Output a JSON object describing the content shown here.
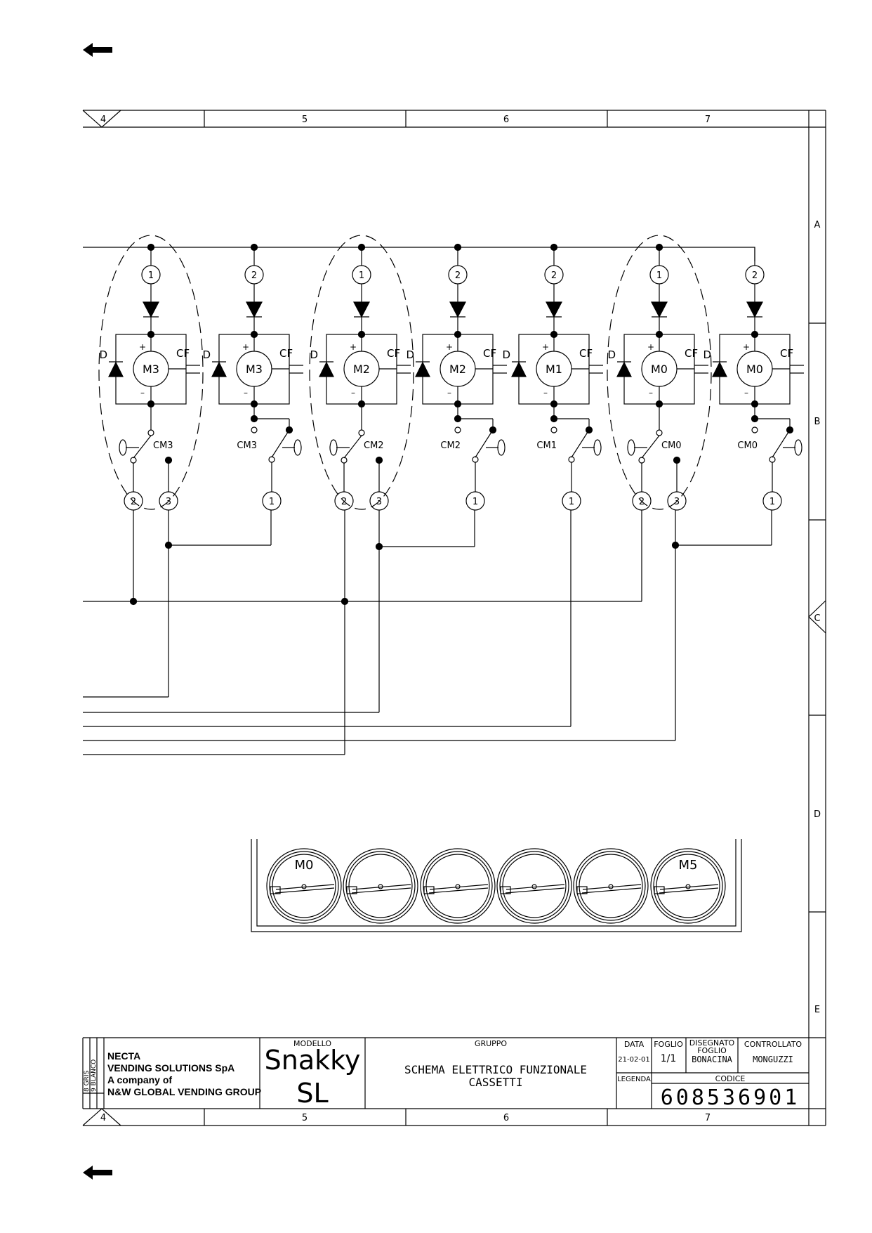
{
  "frame": {
    "columns": [
      "4",
      "5",
      "6",
      "7"
    ],
    "rows": [
      "A",
      "B",
      "C",
      "D",
      "E"
    ]
  },
  "motors": [
    {
      "motor": "M3",
      "contact": "1",
      "switch": "CM3",
      "out_a": "2",
      "out_b": "3"
    },
    {
      "motor": "M3",
      "contact": "2",
      "switch": "CM3",
      "out_a": "1"
    },
    {
      "motor": "M2",
      "contact": "1",
      "switch": "CM2",
      "out_a": "2",
      "out_b": "3"
    },
    {
      "motor": "M2",
      "contact": "2",
      "switch": "CM2",
      "out_a": "1"
    },
    {
      "motor": "M1",
      "contact": "2",
      "switch": "CM1",
      "out_a": "1"
    },
    {
      "motor": "M0",
      "contact": "1",
      "switch": "CM0",
      "out_a": "2",
      "out_b": "3"
    },
    {
      "motor": "M0",
      "contact": "2",
      "switch": "CM0",
      "out_a": "1"
    }
  ],
  "labels": {
    "diode": "D",
    "capacitor": "CF",
    "plus": "+",
    "minus": "–"
  },
  "tray": {
    "first_label": "M0",
    "last_label": "M5"
  },
  "title_block": {
    "revisions": [
      "8 GRIS",
      "9 BLANCO"
    ],
    "company_line1": "NECTA",
    "company_line2": "VENDING SOLUTIONS SpA",
    "company_line3": "A company of",
    "company_line4": "N&W GLOBAL VENDING GROUP",
    "modello_label": "MODELLO",
    "model_line1": "Snakky",
    "model_line2": "SL",
    "gruppo_label": "GRUPPO",
    "title_line1": "SCHEMA ELETTRICO FUNZIONALE",
    "title_line2": "CASSETTI",
    "data_label": "DATA",
    "data_value": "21-02-01",
    "foglio_label": "FOGLIO",
    "foglio_value": "1/1",
    "disegnato_label": "DISEGNATO",
    "disegnato_value": "BONACINA",
    "foglio_overprint": "FOGLIO",
    "controllato_label": "CONTROLLATO",
    "controllato_value": "MONGUZZI",
    "legenda_label": "LEGENDA",
    "codice_label": "CODICE",
    "codice_value": "608536901"
  }
}
